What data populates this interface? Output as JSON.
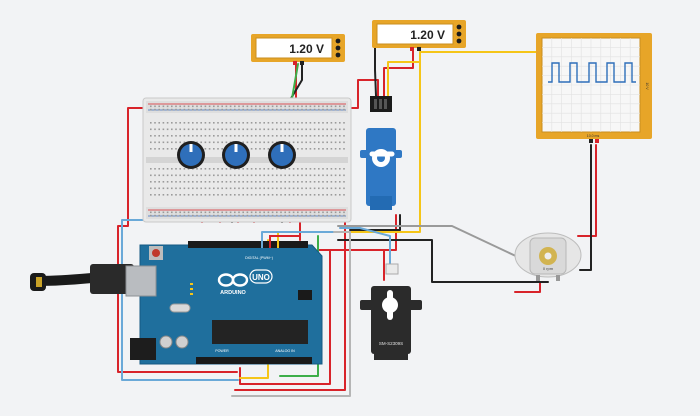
{
  "circuit": {
    "multimeter_1": {
      "reading": "1.20 V"
    },
    "multimeter_2": {
      "reading": "1.20 V"
    },
    "oscilloscope": {
      "time_label": "10.0 ms",
      "side_label": "10 V"
    },
    "arduino": {
      "brand": "ARDUINO",
      "model": "UNO",
      "digital_label": "DIGITAL (PWM~)",
      "power_label": "POWER",
      "analog_label": "ANALOG IN"
    },
    "big_servo": {
      "label": "SM-S2309S"
    },
    "dc_motor": {
      "label": "0 rpm"
    },
    "colors": {
      "arduino": "#1f6f9d",
      "meter_frame": "#e7a528",
      "wire_red": "#d8232a",
      "wire_yellow": "#f5c518",
      "wire_green": "#3dae49",
      "wire_blue": "#6aa9d8",
      "wire_black": "#222222",
      "knob": "#2f6fba"
    }
  }
}
